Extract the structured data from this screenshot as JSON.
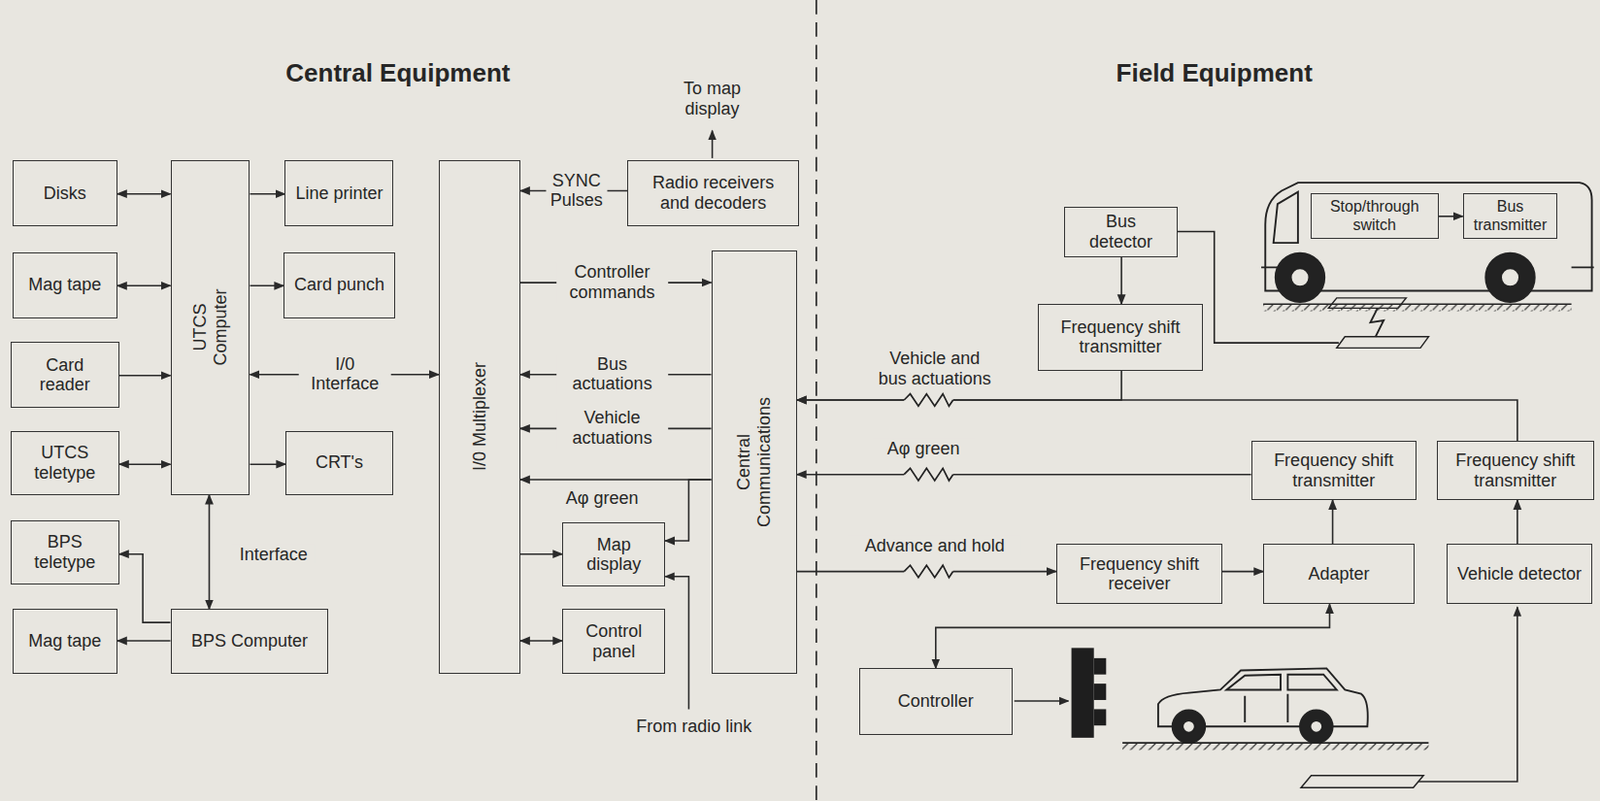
{
  "diagram": {
    "nodes": [
      {
        "text": [
          "Disks"
        ]
      },
      {
        "text": [
          "UTCS Computer"
        ]
      },
      {
        "text": [
          "Line printer"
        ]
      },
      {
        "text": [
          "Mag tape"
        ]
      },
      {
        "text": [
          "Card punch"
        ]
      },
      {
        "text": [
          "Card reader"
        ]
      },
      {
        "text": [
          "UTCS teletype"
        ]
      },
      {
        "text": [
          "CRT's"
        ]
      },
      {
        "text": [
          "BPS teletype"
        ]
      },
      {
        "text": [
          "Mag tape"
        ]
      },
      {
        "text": [
          "BPS Computer"
        ]
      },
      {
        "text": [
          "I/0 Multiplexer"
        ]
      },
      {
        "text": [
          "Radio receivers and decoders"
        ]
      },
      {
        "text": [
          "Central Communications"
        ]
      },
      {
        "text": [
          "Map display"
        ]
      },
      {
        "text": [
          "Control panel"
        ]
      },
      {
        "text": [
          "Bus detector"
        ]
      },
      {
        "text": [
          "Stop/through switch"
        ]
      },
      {
        "text": [
          "Bus transmitter"
        ]
      },
      {
        "text": [
          "Frequency shift transmitter"
        ]
      },
      {
        "text": [
          "Frequency shift transmitter"
        ]
      },
      {
        "text": [
          "Frequency shift transmitter"
        ]
      },
      {
        "text": [
          "Frequency shift receiver"
        ]
      },
      {
        "text": [
          "Adapter"
        ]
      },
      {
        "text": [
          "Vehicle detector"
        ]
      },
      {
        "text": [
          "Controller"
        ]
      }
    ],
    "edges": [
      {
        "from": 0,
        "to": 1,
        "arrow": "both"
      },
      {
        "from": 3,
        "to": 1,
        "arrow": "both"
      },
      {
        "from": 5,
        "to": 1,
        "arrow": "to"
      },
      {
        "from": 6,
        "to": 1,
        "arrow": "both"
      },
      {
        "from": 1,
        "to": 2,
        "arrow": "to"
      },
      {
        "from": 1,
        "to": 4,
        "arrow": "to"
      },
      {
        "from": 1,
        "to": 7,
        "arrow": "to"
      },
      {
        "from": 1,
        "to": 11,
        "label": "I/0 Interface",
        "arrow": "both"
      },
      {
        "from": 1,
        "to": 10,
        "label": "Interface",
        "arrow": "both"
      },
      {
        "from": 10,
        "to": 8,
        "arrow": "to"
      },
      {
        "from": 10,
        "to": 9,
        "arrow": "to"
      },
      {
        "from": 12,
        "to": 11,
        "label": "SYNC Pulses",
        "arrow": "to"
      },
      {
        "from": 11,
        "to": 13,
        "label": "Controller commands",
        "arrow": "to"
      },
      {
        "from": 13,
        "to": 11,
        "label": "Bus actuations",
        "arrow": "to"
      },
      {
        "from": 13,
        "to": 11,
        "label": "Vehicle actuations",
        "arrow": "to"
      },
      {
        "from": 13,
        "to": 11,
        "label": "Aφ green",
        "arrow": "to"
      },
      {
        "from": 13,
        "to": 14,
        "arrow": "to"
      },
      {
        "from": 11,
        "to": 14,
        "arrow": "to"
      },
      {
        "from": 11,
        "to": 15,
        "arrow": "both"
      },
      {
        "from": 16,
        "to": 19,
        "arrow": "to"
      },
      {
        "from": 17,
        "to": 18,
        "arrow": "to"
      },
      {
        "from": 19,
        "to": 13,
        "label": "Vehicle and bus actuations",
        "arrow": "to"
      },
      {
        "from": 21,
        "to": 13,
        "arrow": "to"
      },
      {
        "from": 20,
        "to": 13,
        "label": "Aφ green",
        "arrow": "to"
      },
      {
        "from": 13,
        "to": 22,
        "label": "Advance and hold",
        "arrow": "to"
      },
      {
        "from": 22,
        "to": 23,
        "arrow": "to"
      },
      {
        "from": 23,
        "to": 20,
        "arrow": "to"
      },
      {
        "from": 23,
        "to": 25,
        "arrow": "both"
      },
      {
        "from": 24,
        "to": 21,
        "arrow": "to"
      }
    ],
    "labels": [
      "Central Equipment",
      "Field Equipment",
      "To map display",
      "From radio link"
    ]
  }
}
